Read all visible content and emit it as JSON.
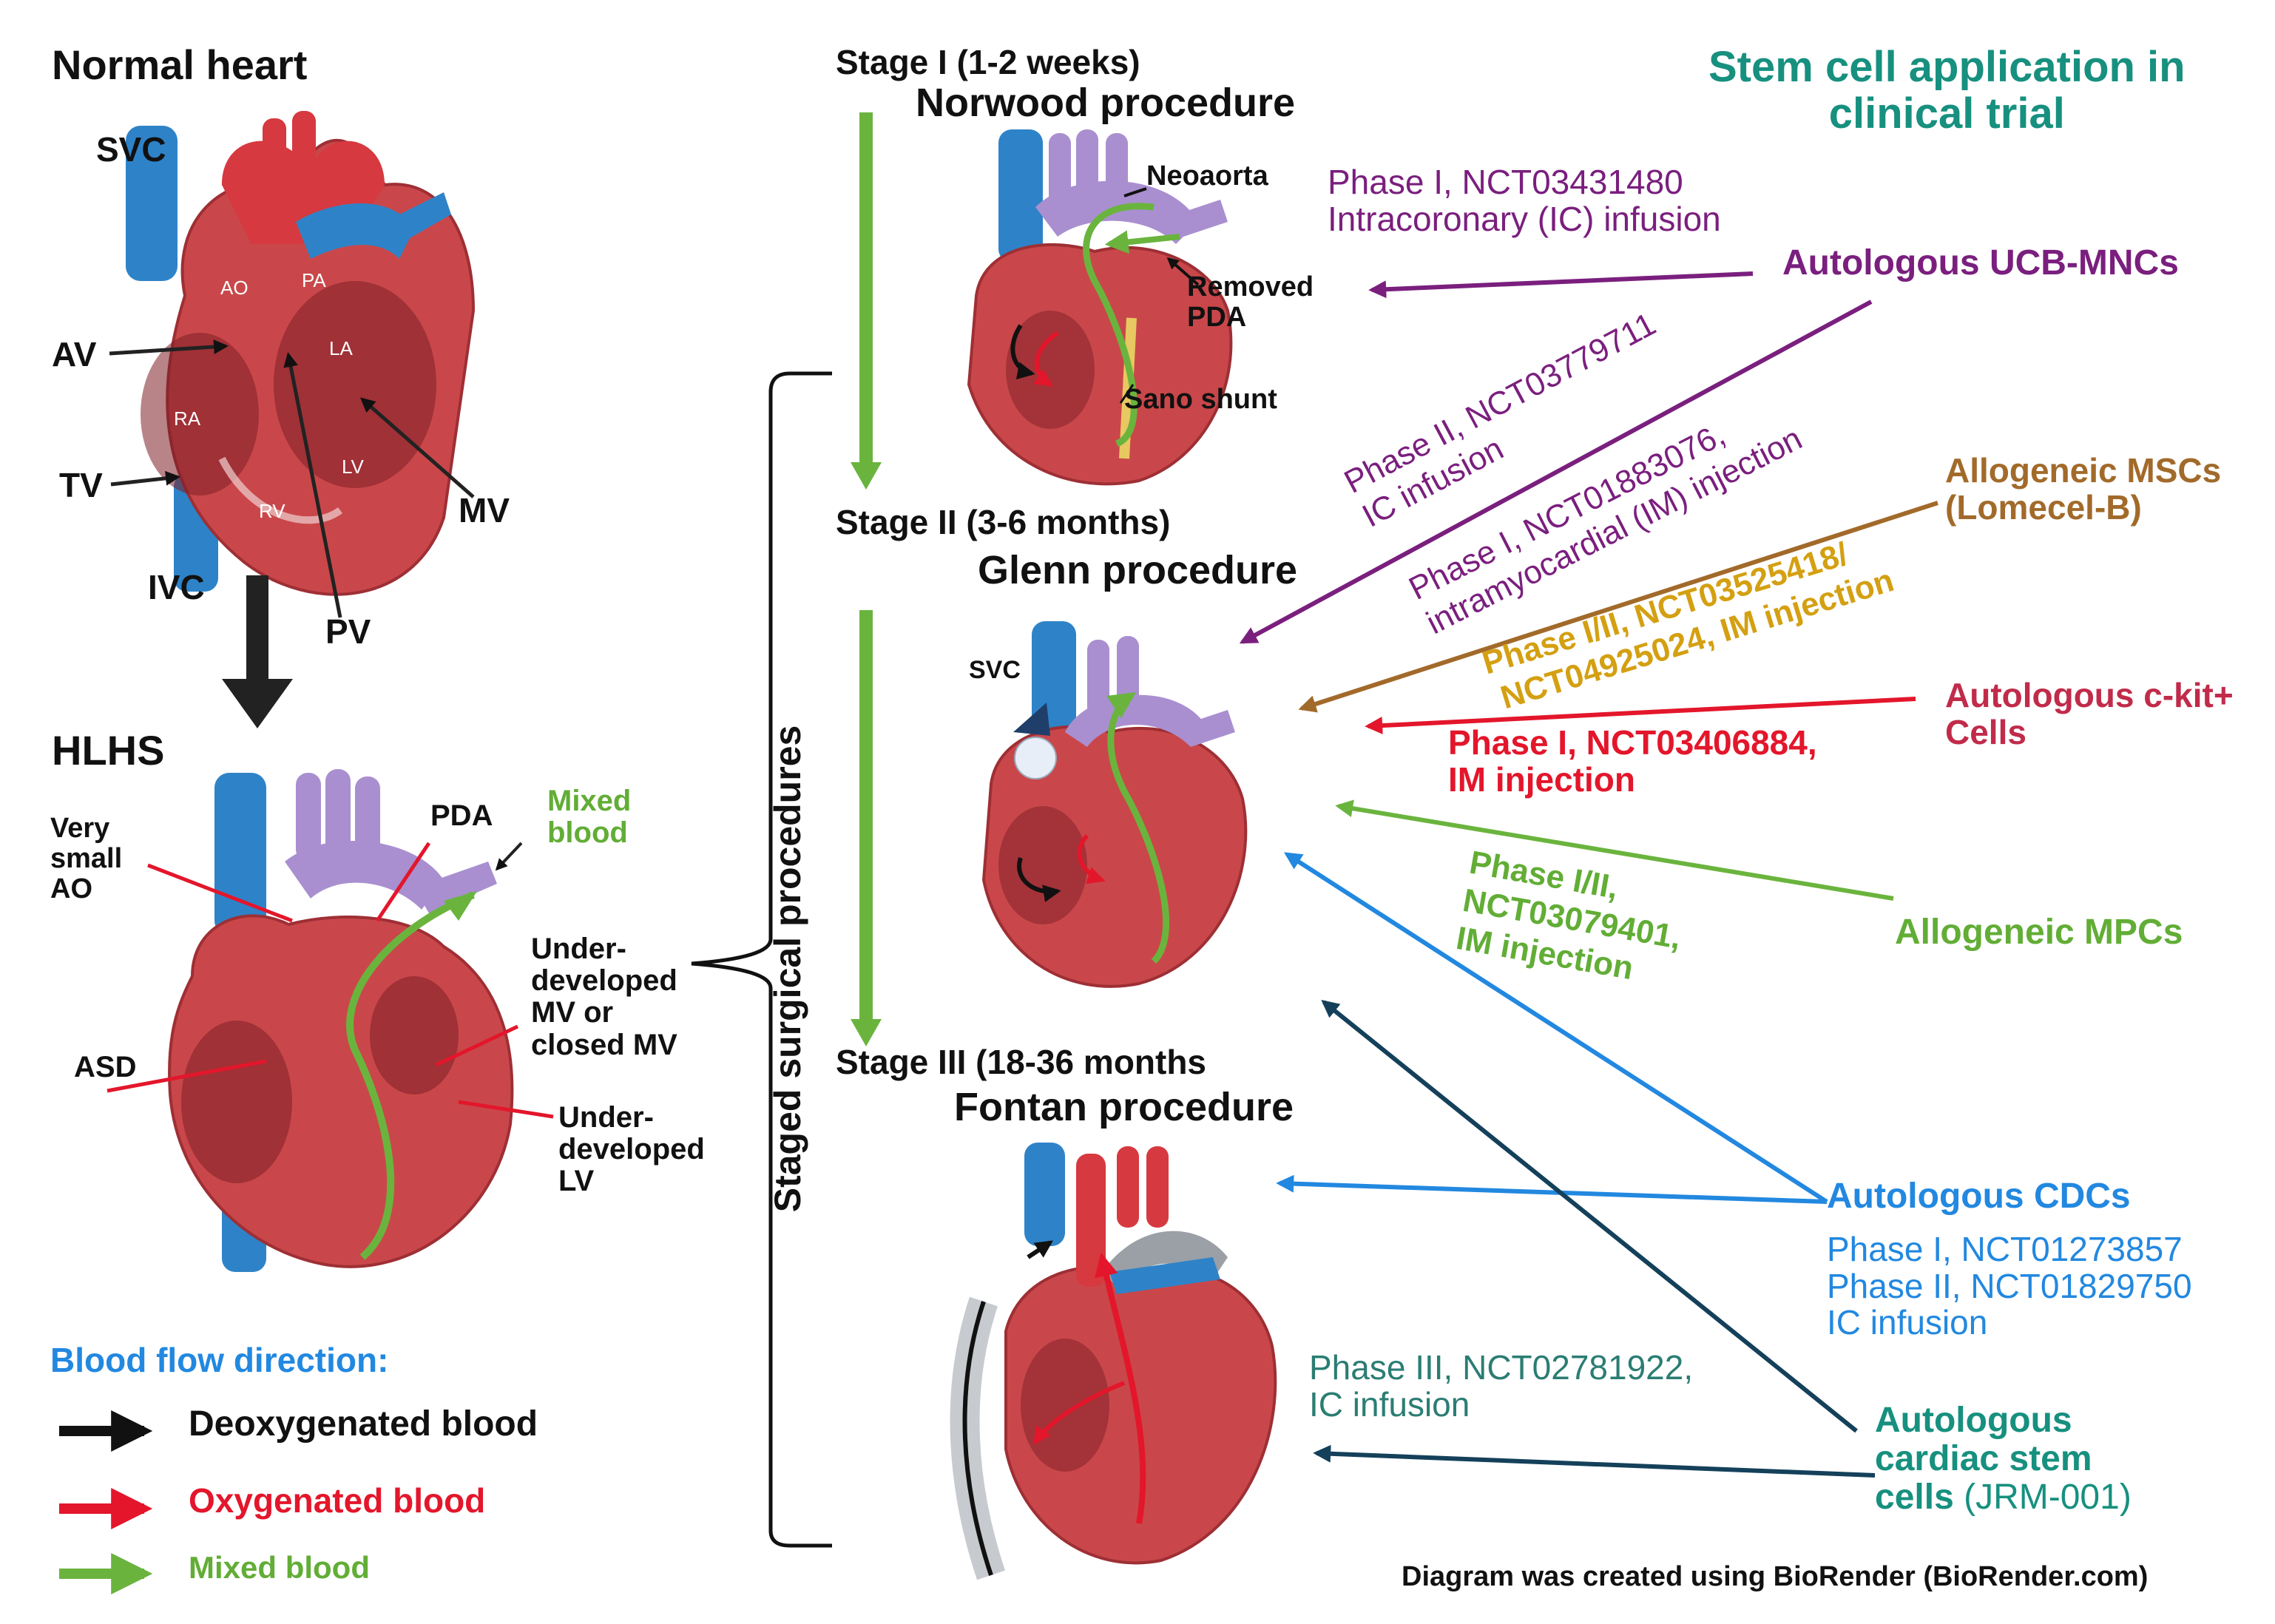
{
  "colors": {
    "purple": "#7a1f7e",
    "brown": "#a26a2a",
    "gold": "#d4a012",
    "red": "#e3162b",
    "crimson": "#c12b4a",
    "green": "#6ab43e",
    "green_text": "#62ad36",
    "blue": "#2288e0",
    "navy": "#14405a",
    "teal": "#17907f",
    "teal_dark": "#2b7d73",
    "heart_red": "#c9474a",
    "vessel_blue": "#2e83c8",
    "vessel_purple": "#a98fd0"
  },
  "normal_heart": {
    "title": "Normal heart",
    "labels": {
      "svc": "SVC",
      "av": "AV",
      "tv": "TV",
      "ivc": "IVC",
      "pv": "PV",
      "mv": "MV"
    },
    "inner": {
      "ao": "AO",
      "pa": "PA",
      "la": "LA",
      "ra": "RA",
      "lv": "LV",
      "rv": "RV"
    }
  },
  "hlhs": {
    "title": "HLHS",
    "very_small_ao": [
      "Very",
      "small",
      "AO"
    ],
    "pda": "PDA",
    "mixed_blood": [
      "Mixed",
      "blood"
    ],
    "under_mv": [
      "Under-",
      "developed",
      "MV or",
      "closed MV"
    ],
    "asd": "ASD",
    "under_lv": [
      "Under-",
      "developed",
      "LV"
    ]
  },
  "legend": {
    "title": "Blood flow direction:",
    "items": [
      {
        "label": "Deoxygenated blood",
        "color": "#111111"
      },
      {
        "label": "Oxygenated blood",
        "color": "#e3162b"
      },
      {
        "label": "Mixed blood",
        "color": "#6ab43e"
      }
    ]
  },
  "staged_label": "Staged surgical procedures",
  "stages": [
    {
      "stage": "Stage I (1-2 weeks)",
      "procedure": "Norwood procedure"
    },
    {
      "stage": "Stage II (3-6 months)",
      "procedure": "Glenn procedure"
    },
    {
      "stage": "Stage III (18-36 months",
      "procedure": "Fontan procedure"
    }
  ],
  "norwood_labels": {
    "neoaorta": "Neoaorta",
    "removed_pda": [
      "Removed",
      "PDA"
    ],
    "sano": "Sano shunt"
  },
  "glenn_labels": {
    "svc": "SVC"
  },
  "header": [
    "Stem cell application in",
    "clinical trial"
  ],
  "cell_types": {
    "ucb": "Autologous UCB-MNCs",
    "msc": [
      "Allogeneic MSCs",
      "(Lomecel-B)"
    ],
    "ckit": [
      "Autologous c-kit+",
      "Cells"
    ],
    "mpc": "Allogeneic MPCs",
    "cdc": "Autologous CDCs",
    "csc": [
      "Autologous",
      "cardiac stem",
      "cells"
    ],
    "csc_paren": "(JRM-001)"
  },
  "trials": {
    "ucb_phase1": [
      "Phase I, NCT03431480",
      "Intracoronary (IC) infusion"
    ],
    "ucb_phase2": [
      "Phase II, NCT03779711",
      "IC infusion"
    ],
    "ucb_phase1_im": [
      "Phase I, NCT01883076,",
      "intramyocardial (IM) injection"
    ],
    "msc": [
      "Phase I/II, NCT03525418/",
      "NCT04925024, IM injection"
    ],
    "ckit": [
      "Phase I, NCT03406884,",
      "IM injection"
    ],
    "mpc": [
      "Phase I/II,",
      "NCT03079401,",
      "IM injection"
    ],
    "cdc": [
      "Phase I, NCT01273857",
      "Phase II, NCT01829750",
      "IC infusion"
    ],
    "csc": [
      "Phase III, NCT02781922,",
      "IC infusion"
    ]
  },
  "footer": "Diagram was created using BioRender (BioRender.com)"
}
